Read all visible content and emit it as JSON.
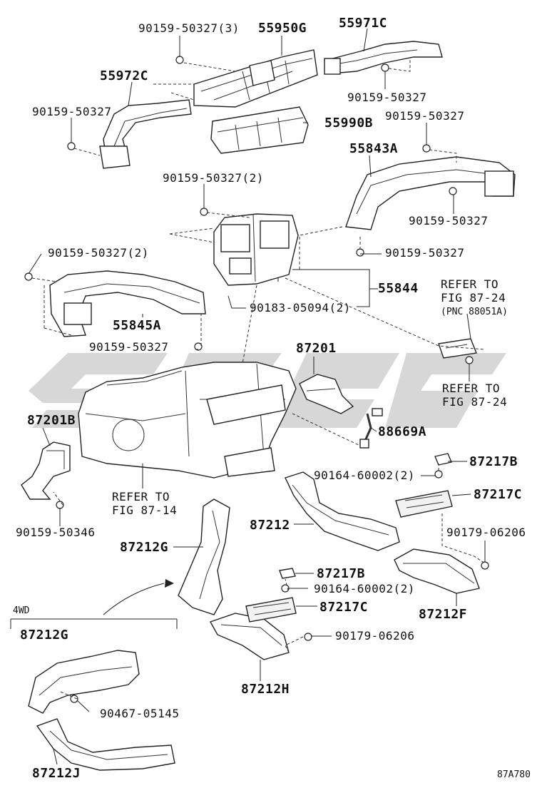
{
  "diagram_code": "87A780",
  "section_label": "4WD",
  "labels": {
    "p90159_50327_3": "90159-50327(3)",
    "p55950G": "55950G",
    "p55971C": "55971C",
    "p55972C": "55972C",
    "p90159_50327_a": "90159-50327",
    "p90159_50327_b": "90159-50327",
    "p90159_50327_c": "90159-50327",
    "p55990B": "55990B",
    "p55843A": "55843A",
    "p90159_50327_2a": "90159-50327(2)",
    "p90159_50327_d": "90159-50327",
    "p90159_50327_2b": "90159-50327(2)",
    "p90159_50327_e": "90159-50327",
    "p55844": "55844",
    "p55845A": "55845A",
    "p90183_05094_2": "90183-05094(2)",
    "refer_87_24_a_l1": "REFER TO",
    "refer_87_24_a_l2": "FIG 87-24",
    "refer_87_24_a_l3": "(PNC 88051A)",
    "p90159_50327_f": "90159-50327",
    "p87201": "87201",
    "refer_87_24_b_l1": "REFER TO",
    "refer_87_24_b_l2": "FIG 87-24",
    "p87201B": "87201B",
    "p88669A": "88669A",
    "p87217B_a": "87217B",
    "p90164_60002_2a": "90164-60002(2)",
    "p87217C_a": "87217C",
    "refer_87_14_l1": "REFER TO",
    "refer_87_14_l2": "FIG 87-14",
    "p90159_50346": "90159-50346",
    "p87212": "87212",
    "p90179_06206_a": "90179-06206",
    "p87212G_a": "87212G",
    "p87217B_b": "87217B",
    "p90164_60002_2b": "90164-60002(2)",
    "p87217C_b": "87217C",
    "p87212F": "87212F",
    "p87212G_b": "87212G",
    "p90179_06206_b": "90179-06206",
    "p87212H": "87212H",
    "p90467_05145": "90467-05145",
    "p87212J": "87212J"
  },
  "colors": {
    "line": "#222222",
    "watermark": "#c9c9c9",
    "background": "#ffffff"
  }
}
